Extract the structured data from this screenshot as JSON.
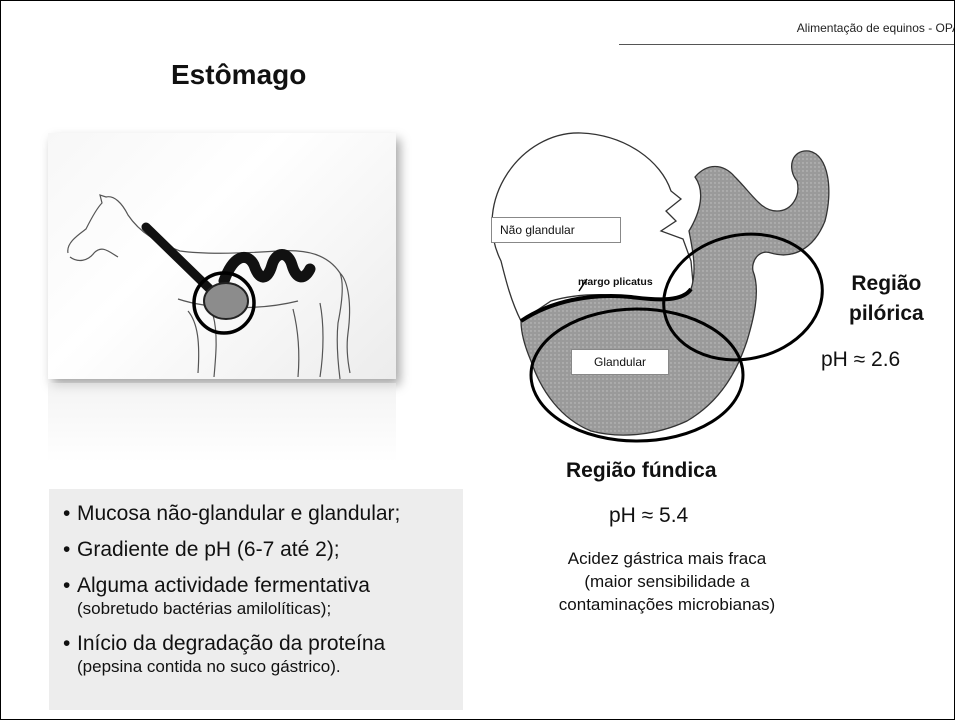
{
  "header": "Alimentação de equinos  -  OPA",
  "title": "Estômago",
  "bullets": [
    {
      "text": "Mucosa não-glandular e glandular;",
      "sub": ""
    },
    {
      "text": "Gradiente de pH (6-7 até 2);",
      "sub": ""
    },
    {
      "text": "Alguma actividade fermentativa",
      "sub": "(sobretudo bactérias amilolíticas);"
    },
    {
      "text": "Início da degradação da proteína",
      "sub": "(pepsina contida no suco gástrico)."
    }
  ],
  "diagram": {
    "nao_glandular": "Não glandular",
    "glandular": "Glandular",
    "margo": "margo plicatus",
    "regiao_pilorica": [
      "Região",
      "pilórica"
    ],
    "ph_pilorica": "pH ≈ 2.6",
    "regiao_fundica": "Região fúndica",
    "ph_fundica": "pH ≈ 5.4",
    "acidez": [
      "Acidez gástrica mais fraca",
      "(maior sensibilidade a",
      "contaminações microbianas)"
    ]
  }
}
